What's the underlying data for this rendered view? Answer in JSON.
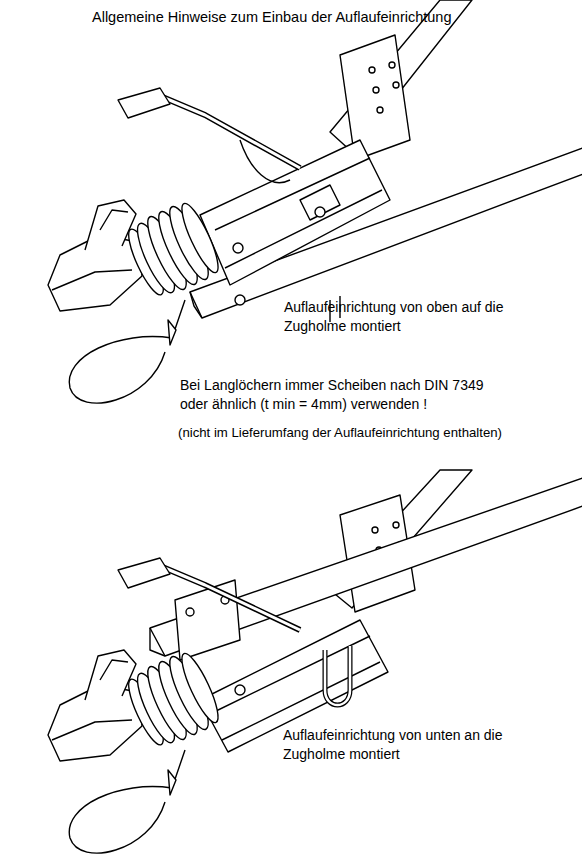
{
  "diagram": {
    "title": "Allgemeine Hinweise zum Einbau der Auflaufeinrichtung",
    "labels": [
      "Auflaufeinrichtung von oben auf die Zugholme montiert",
      "Bei Langlöchern immer Scheiben nach DIN 7349 oder ähnlich (t min = 4mm) verwenden !",
      "(nicht im Lieferumfang der Auflaufeinrichtung enthalten)",
      "Auflaufeinrichtung von unten an die Zugholme montiert"
    ]
  }
}
